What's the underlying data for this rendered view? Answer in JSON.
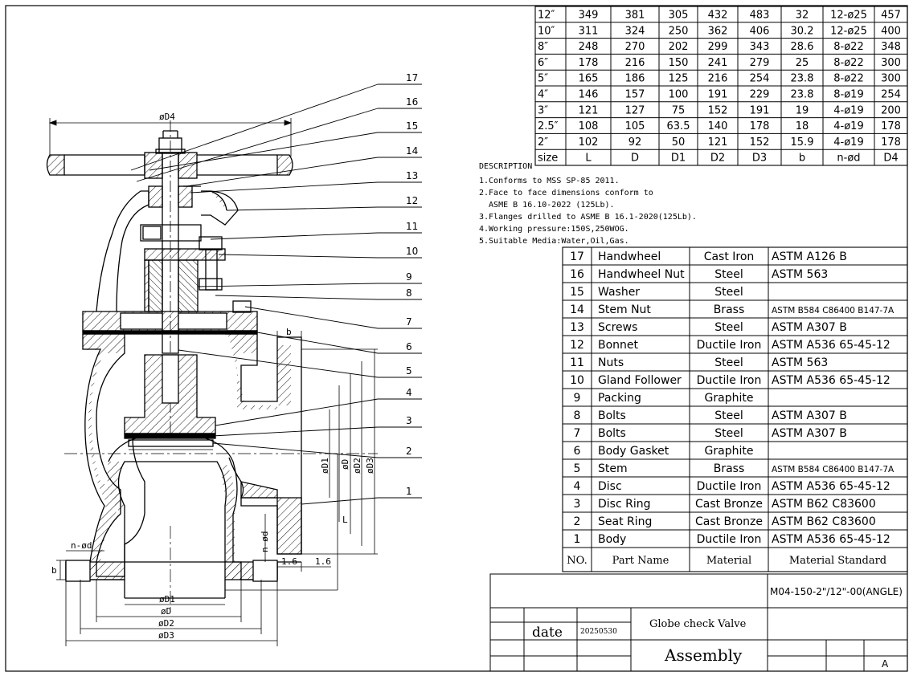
{
  "dimensions": {
    "columns": [
      "size",
      "L",
      "D",
      "D1",
      "D2",
      "D3",
      "b",
      "n-ød",
      "D4"
    ],
    "rows": [
      [
        "12″",
        "349",
        "381",
        "305",
        "432",
        "483",
        "32",
        "12-ø25",
        "457"
      ],
      [
        "10″",
        "311",
        "324",
        "250",
        "362",
        "406",
        "30.2",
        "12-ø25",
        "400"
      ],
      [
        "8″",
        "248",
        "270",
        "202",
        "299",
        "343",
        "28.6",
        "8-ø22",
        "348"
      ],
      [
        "6″",
        "178",
        "216",
        "150",
        "241",
        "279",
        "25",
        "8-ø22",
        "300"
      ],
      [
        "5″",
        "165",
        "186",
        "125",
        "216",
        "254",
        "23.8",
        "8-ø22",
        "300"
      ],
      [
        "4″",
        "146",
        "157",
        "100",
        "191",
        "229",
        "23.8",
        "8-ø19",
        "254"
      ],
      [
        "3″",
        "121",
        "127",
        "75",
        "152",
        "191",
        "19",
        "4-ø19",
        "200"
      ],
      [
        "2.5″",
        "108",
        "105",
        "63.5",
        "140",
        "178",
        "18",
        "4-ø19",
        "178"
      ],
      [
        "2″",
        "102",
        "92",
        "50",
        "121",
        "152",
        "15.9",
        "4-ø19",
        "178"
      ]
    ]
  },
  "description": {
    "title": "DESCRIPTION",
    "lines": [
      "1.Conforms to MSS SP-85 2011.",
      "2.Face to face dimensions conform to",
      "  ASME B 16.10-2022 (125Lb).",
      "3.Flanges drilled to ASME B 16.1-2020(125Lb).",
      "4.Working pressure:150S,250WOG.",
      "5.Suitable Media:Water,Oil,Gas."
    ]
  },
  "parts": {
    "header": [
      "NO.",
      "Part Name",
      "Material",
      "Material Standard"
    ],
    "rows": [
      [
        "17",
        "Handwheel",
        "Cast Iron",
        "ASTM A126 B"
      ],
      [
        "16",
        "Handwheel Nut",
        "Steel",
        "ASTM 563"
      ],
      [
        "15",
        "Washer",
        "Steel",
        ""
      ],
      [
        "14",
        "Stem Nut",
        "Brass",
        "ASTM B584 C86400 B147-7A"
      ],
      [
        "13",
        "Screws",
        "Steel",
        "ASTM A307 B"
      ],
      [
        "12",
        "Bonnet",
        "Ductile Iron",
        "ASTM A536 65-45-12"
      ],
      [
        "11",
        "Nuts",
        "Steel",
        "ASTM 563"
      ],
      [
        "10",
        "Gland Follower",
        "Ductile Iron",
        "ASTM A536 65-45-12"
      ],
      [
        "9",
        "Packing",
        "Graphite",
        ""
      ],
      [
        "8",
        "Bolts",
        "Steel",
        "ASTM A307 B"
      ],
      [
        "7",
        "Bolts",
        "Steel",
        "ASTM A307 B"
      ],
      [
        "6",
        "Body Gasket",
        "Graphite",
        ""
      ],
      [
        "5",
        "Stem",
        "Brass",
        "ASTM B584 C86400 B147-7A"
      ],
      [
        "4",
        "Disc",
        "Ductile Iron",
        "ASTM A536 65-45-12"
      ],
      [
        "3",
        "Disc Ring",
        "Cast Bronze",
        "ASTM B62 C83600"
      ],
      [
        "2",
        "Seat Ring",
        "Cast Bronze",
        "ASTM B62 C83600"
      ],
      [
        "1",
        "Body",
        "Ductile Iron",
        "ASTM A536 65-45-12"
      ]
    ]
  },
  "title_block": {
    "drawing_no": "M04-150-2\"/12\"-00(ANGLE)",
    "date_label": "date",
    "date_value": "20250530",
    "title": "Globe check Valve",
    "subtitle": "Assembly",
    "revision": "A"
  },
  "drawing": {
    "callouts": [
      "17",
      "16",
      "15",
      "14",
      "13",
      "12",
      "11",
      "10",
      "9",
      "8",
      "7",
      "6",
      "5",
      "4",
      "3",
      "2",
      "1"
    ],
    "labels": {
      "D4": "øD4",
      "D1": "øD1",
      "D": "øD",
      "D2": "øD2",
      "D3": "øD3",
      "b": "b",
      "nd": "n-ød",
      "L": "L",
      "t1": "1.6",
      "t2": "1.6"
    }
  }
}
